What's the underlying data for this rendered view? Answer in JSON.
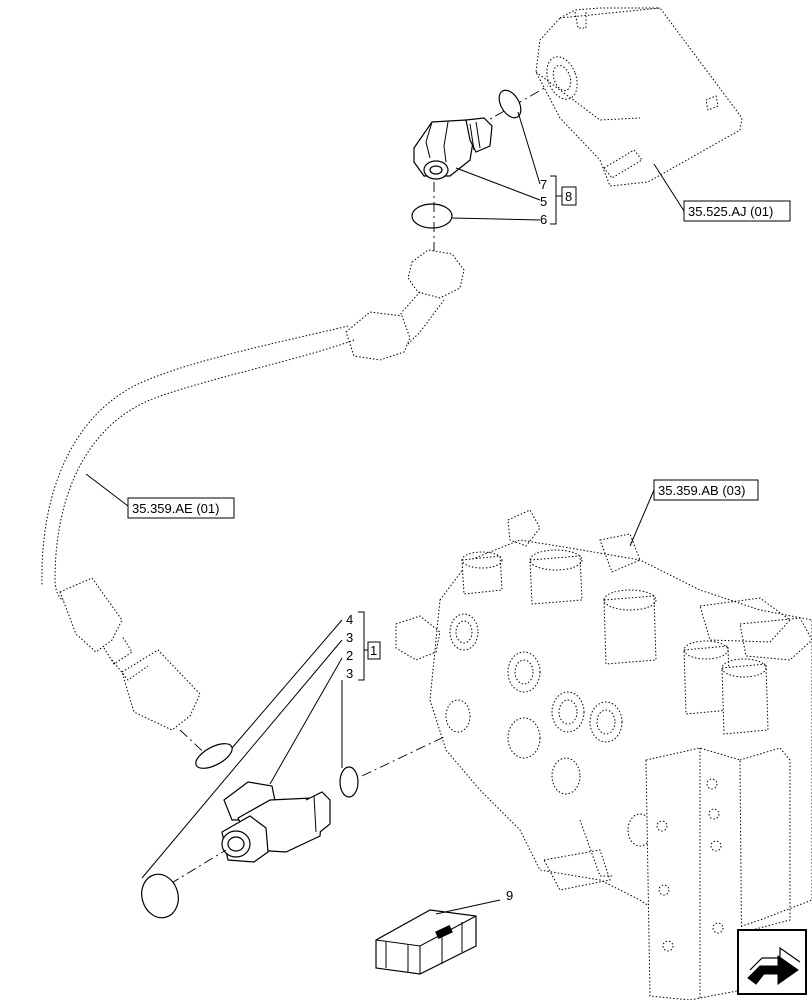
{
  "references": {
    "ref_top": "35.525.AJ (01)",
    "ref_hose": "35.359.AE (01)",
    "ref_valve": "35.359.AB (03)"
  },
  "callouts": {
    "c7": "7",
    "c5": "5",
    "c6": "6",
    "c8": "8",
    "c4": "4",
    "c3a": "3",
    "c2": "2",
    "c3b": "3",
    "c1": "1",
    "c9": "9"
  },
  "nav": {
    "icon": "next-page-arrow-icon"
  }
}
